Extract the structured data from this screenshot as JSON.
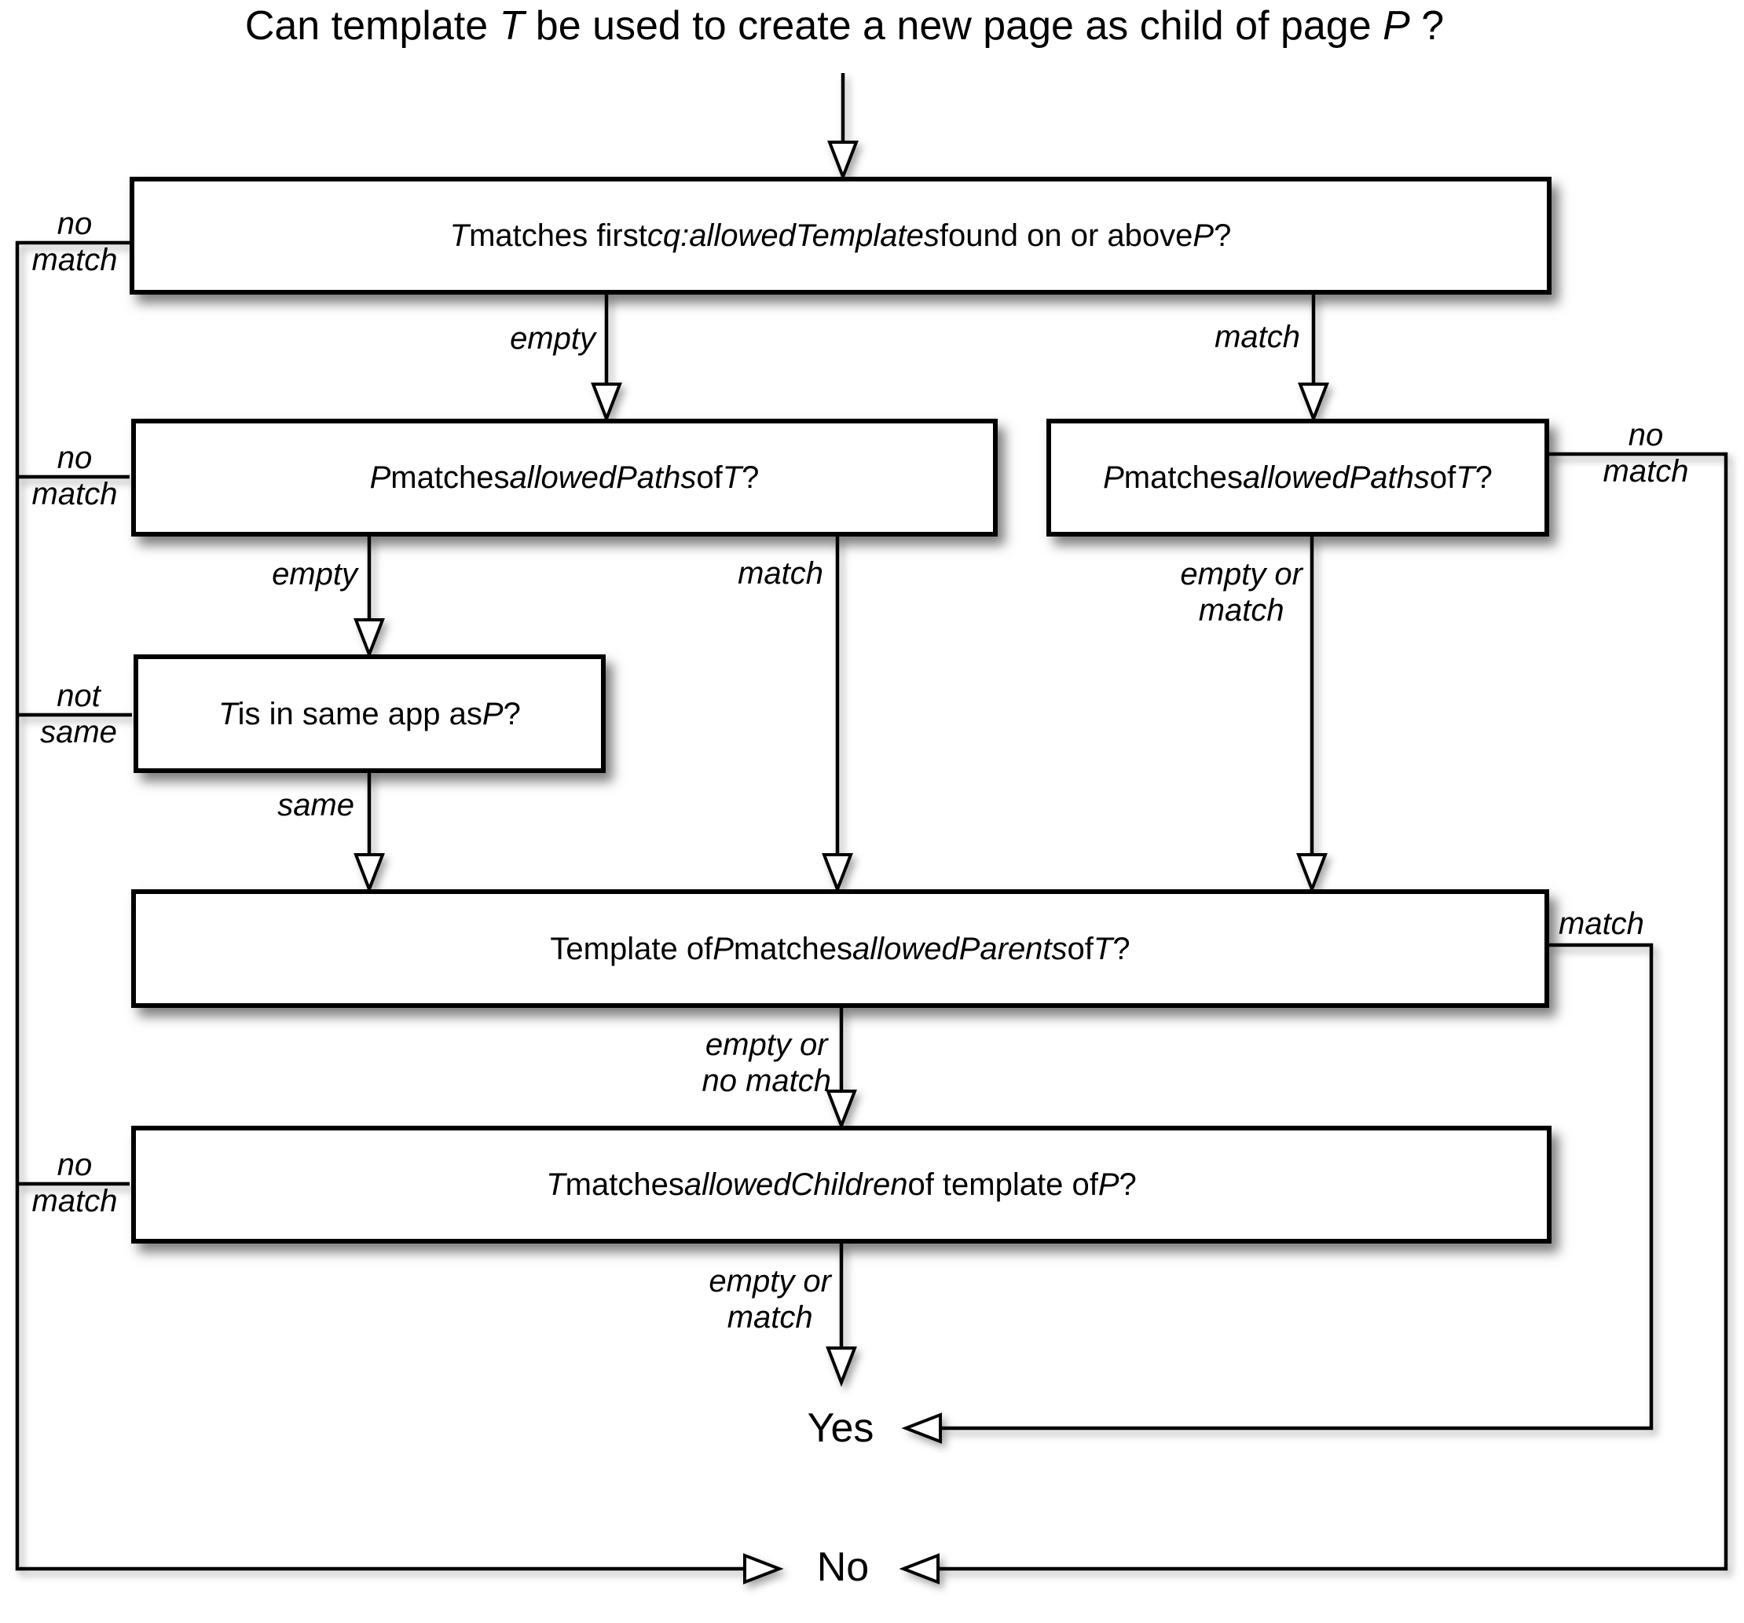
{
  "title": {
    "segments": [
      {
        "t": "Can template "
      },
      {
        "t": "T"
      },
      {
        "t": " be used to create a new page as child of page "
      },
      {
        "t": "P"
      },
      {
        "t": " ?"
      }
    ]
  },
  "boxes": {
    "b1": {
      "segments": [
        {
          "t": "T"
        },
        {
          "t": " matches first "
        },
        {
          "t": "cq:allowedTemplates"
        },
        {
          "t": " found on or above "
        },
        {
          "t": "P"
        },
        {
          "t": " ?"
        }
      ]
    },
    "b2": {
      "segments": [
        {
          "t": "P"
        },
        {
          "t": " matches "
        },
        {
          "t": "allowedPaths"
        },
        {
          "t": " of "
        },
        {
          "t": "T"
        },
        {
          "t": " ?"
        }
      ]
    },
    "b3": {
      "segments": [
        {
          "t": "P"
        },
        {
          "t": " matches "
        },
        {
          "t": "allowedPaths"
        },
        {
          "t": " of "
        },
        {
          "t": "T"
        },
        {
          "t": " ?"
        }
      ]
    },
    "b4": {
      "segments": [
        {
          "t": "T"
        },
        {
          "t": " is in same app as "
        },
        {
          "t": "P"
        },
        {
          "t": " ?"
        }
      ]
    },
    "b5": {
      "segments": [
        {
          "t": "Template of "
        },
        {
          "t": "P"
        },
        {
          "t": " matches "
        },
        {
          "t": "allowedParents"
        },
        {
          "t": " of "
        },
        {
          "t": "T"
        },
        {
          "t": " ?"
        }
      ]
    },
    "b6": {
      "segments": [
        {
          "t": "T"
        },
        {
          "t": " matches "
        },
        {
          "t": "allowedChildren"
        },
        {
          "t": " of template of "
        },
        {
          "t": "P"
        },
        {
          "t": " ?"
        }
      ]
    }
  },
  "labels": {
    "b1_left": {
      "top": "no",
      "bottom": "match"
    },
    "b1_empty": "empty",
    "b1_match": "match",
    "b2_left": {
      "top": "no",
      "bottom": "match"
    },
    "b2_empty": "empty",
    "b2_match": "match",
    "b3_right": {
      "top": "no",
      "bottom": "match"
    },
    "b3_empty_match": {
      "top": "empty or",
      "bottom": "match"
    },
    "b4_left": {
      "top": "not",
      "bottom": "same"
    },
    "b4_same": "same",
    "b5_match": "match",
    "b5_empty_no_match": {
      "top": "empty or",
      "bottom": "no match"
    },
    "b6_left": {
      "top": "no",
      "bottom": "match"
    },
    "b6_empty_match": {
      "top": "empty or",
      "bottom": "match"
    }
  },
  "terminals": {
    "yes": "Yes",
    "no": "No"
  },
  "colors": {
    "line": "#000000",
    "box_fill": "#ffffff",
    "box_border": "#000000",
    "shadow": "rgba(0,0,0,0.5)"
  }
}
